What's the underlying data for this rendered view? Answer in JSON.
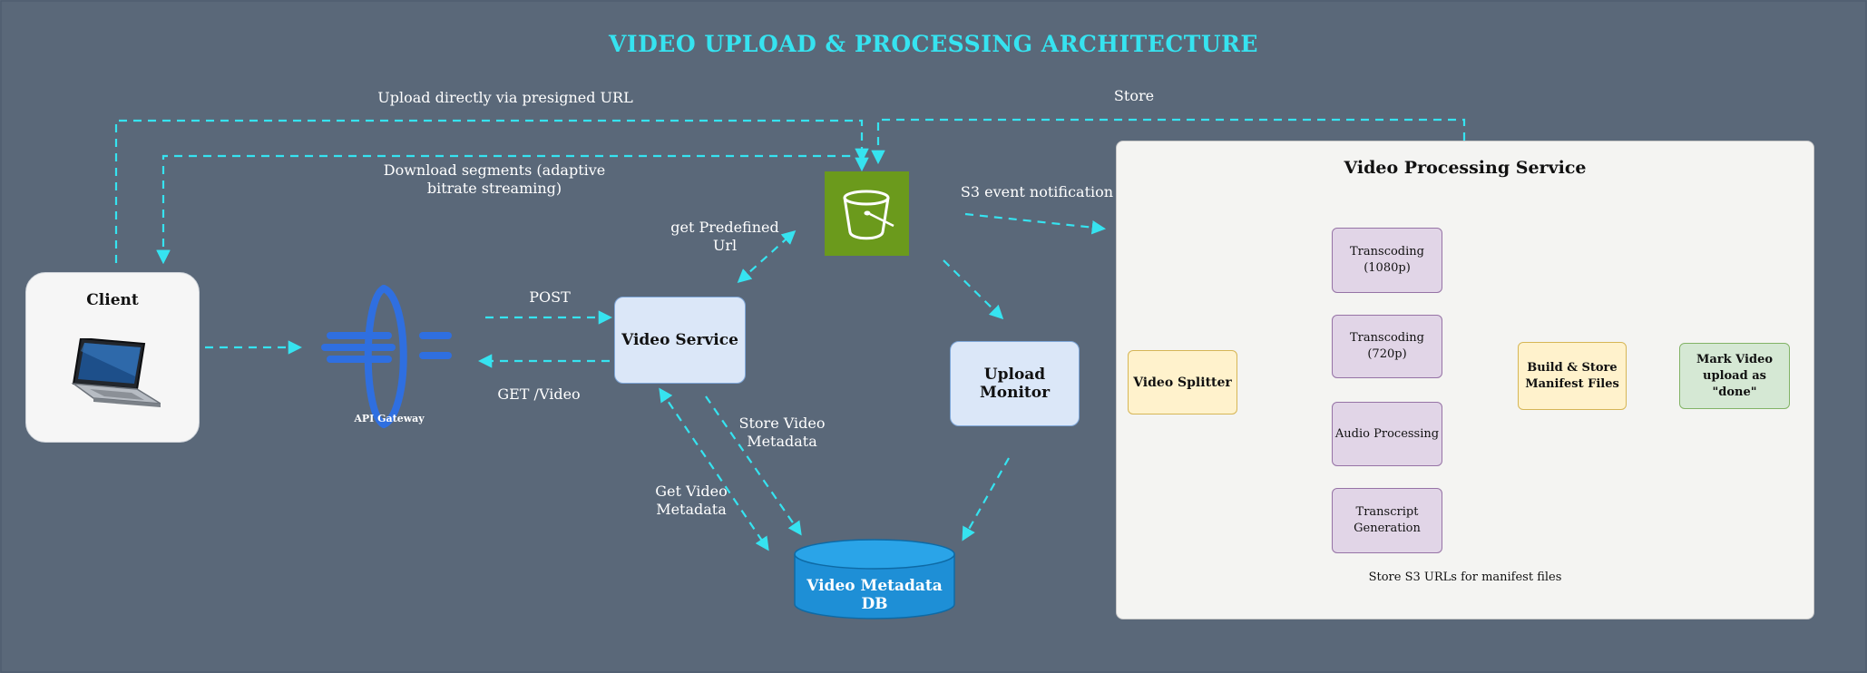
{
  "title": "VIDEO UPLOAD & PROCESSING ARCHITECTURE",
  "colors": {
    "background": "#5a6879",
    "flow_arrow": "#36e3f0",
    "processing_arrow": "#8b0000",
    "bucket": "#6b9a1c",
    "gateway": "#2f6fe0",
    "database": "#1e8fd6"
  },
  "nodes": {
    "client": {
      "label": "Client",
      "icon": "laptop-icon"
    },
    "api_gateway": {
      "label": "API Gateway",
      "icon": "api-gateway-icon"
    },
    "video_service": {
      "label": "Video Service"
    },
    "s3_bucket": {
      "icon": "s3-bucket-icon"
    },
    "upload_monitor": {
      "label": "Upload Monitor"
    },
    "metadata_db": {
      "label": "Video Metadata DB",
      "icon": "database-icon"
    },
    "processing_service": {
      "title": "Video Processing Service",
      "splitter": "Video Splitter",
      "transcode_1080": "Transcoding\n(1080p)",
      "transcode_720": "Transcoding\n(720p)",
      "audio": "Audio Processing",
      "transcript": "Transcript\nGeneration",
      "manifest": "Build & Store\nManifest Files",
      "mark_done": "Mark Video\nupload as \"done\"",
      "footer": "Store S3 URLs for manifest files"
    }
  },
  "edge_labels": {
    "upload_presigned": "Upload directly via presigned URL",
    "download_segments": "Download segments (adaptive\nbitrate streaming)",
    "store": "Store",
    "s3_event": "S3 event notification",
    "get_predefined_url": "get Predefined Url",
    "post": "POST",
    "get_video": "GET /Video",
    "store_metadata": "Store Video\nMetadata",
    "get_metadata": "Get Video\nMetadata"
  }
}
